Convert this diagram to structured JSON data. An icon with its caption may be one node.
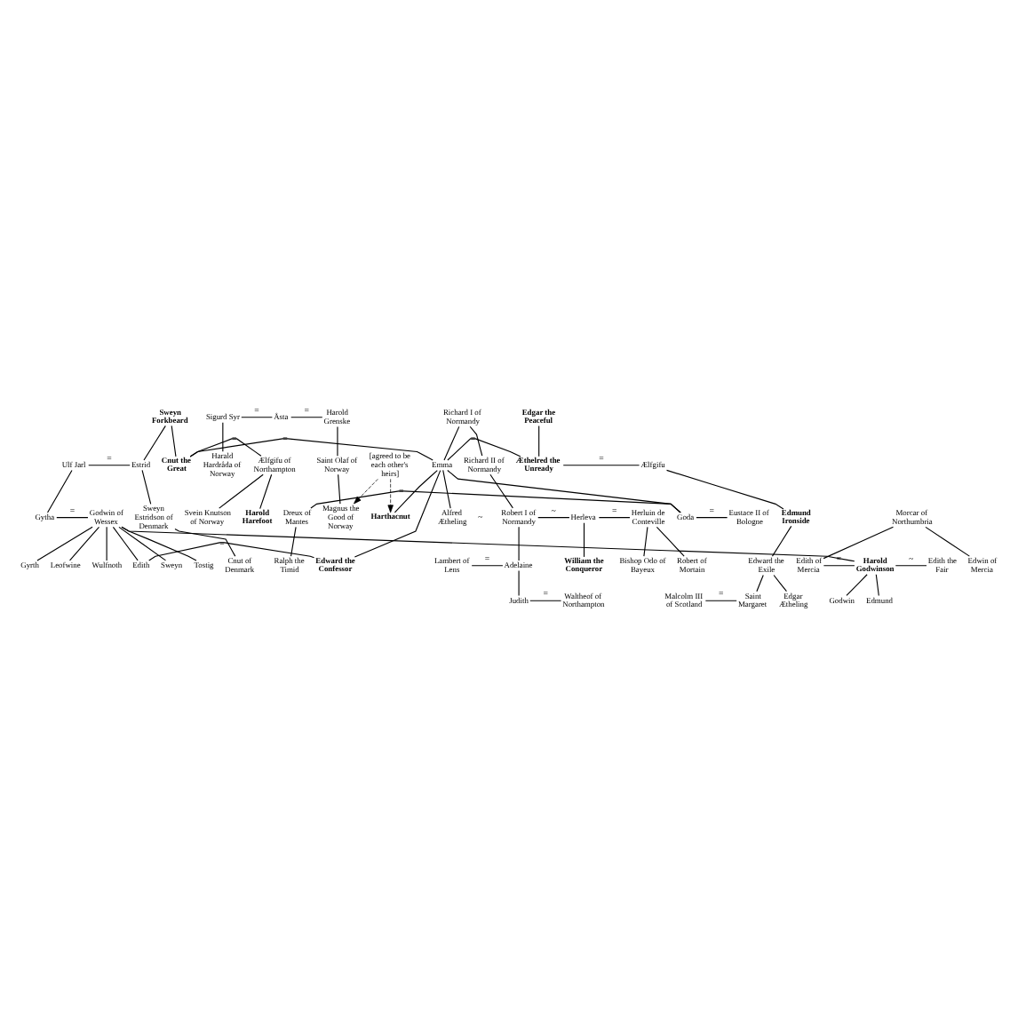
{
  "diagram": {
    "nodes": [
      {
        "text": [
          "Sweyn Forkbeard"
        ]
      },
      {
        "text": [
          "Edgar the Peaceful"
        ]
      },
      {
        "text": [
          "Richard I of Normandy"
        ]
      },
      {
        "text": [
          "Sigurd Syr"
        ]
      },
      {
        "text": [
          "Åsta"
        ]
      },
      {
        "text": [
          "Harold Grenske"
        ]
      },
      {
        "text": [
          "Ulf Jarl"
        ]
      },
      {
        "text": [
          "Estrid"
        ]
      },
      {
        "text": [
          "Ælfgifu of Northampton"
        ]
      },
      {
        "text": [
          "Cnut the Great"
        ]
      },
      {
        "text": [
          "Emma"
        ]
      },
      {
        "text": [
          "Æthelred the Unready"
        ]
      },
      {
        "text": [
          "Ælfgifu"
        ]
      },
      {
        "text": [
          "Harald Hardråda of Norway"
        ]
      },
      {
        "text": [
          "Saint Olaf of Norway"
        ]
      },
      {
        "text": [
          "Godwin of Wessex"
        ]
      },
      {
        "text": [
          "Gytha"
        ]
      },
      {
        "text": [
          "Sweyn Estridson of Denmark"
        ]
      },
      {
        "text": [
          "Svein Knutson of Norway"
        ]
      },
      {
        "text": [
          "Harold Harefoot"
        ]
      },
      {
        "text": [
          "Edmund Ironside"
        ]
      },
      {
        "text": [
          "Richard II of Normandy"
        ]
      },
      {
        "text": [
          "Cnut of Denmark"
        ]
      },
      {
        "text": [
          "Magnus the Good of Norway"
        ]
      },
      {
        "text": [
          "Harthacnut"
        ]
      },
      {
        "text": [
          "Robert I of Normandy"
        ]
      },
      {
        "text": [
          "Herleva"
        ]
      },
      {
        "text": [
          "Herluin de Conteville"
        ]
      },
      {
        "text": [
          "[agreed to be each other's heirs]"
        ]
      },
      {
        "text": [
          "Sweyn"
        ]
      },
      {
        "text": [
          "Tostig"
        ]
      },
      {
        "text": [
          "Gyrth"
        ]
      },
      {
        "text": [
          "Leofwine"
        ]
      },
      {
        "text": [
          "Wulfnoth"
        ]
      },
      {
        "text": [
          "Edith"
        ]
      },
      {
        "text": [
          "Edward the Confessor"
        ]
      },
      {
        "text": [
          "Alfred Ætheling"
        ]
      },
      {
        "text": [
          "Edward the Exile"
        ]
      },
      {
        "text": [
          "William the Conqueror"
        ]
      },
      {
        "text": [
          "Edwin of Mercia"
        ]
      },
      {
        "text": [
          "Morcar of Northumbria"
        ]
      },
      {
        "text": [
          "Edith of Mercia"
        ]
      },
      {
        "text": [
          "Harold Godwinson"
        ]
      },
      {
        "text": [
          "Edith the Fair"
        ]
      },
      {
        "text": [
          "Dreux of Mantes"
        ]
      },
      {
        "text": [
          "Goda"
        ]
      },
      {
        "text": [
          "Eustace II of Bologne"
        ]
      },
      {
        "text": [
          "Lambert of Lens"
        ]
      },
      {
        "text": [
          "Adelaine"
        ]
      },
      {
        "text": [
          "Ralph the Timid"
        ]
      },
      {
        "text": [
          "Judith"
        ]
      },
      {
        "text": [
          "Waltheof of Northampton"
        ]
      },
      {
        "text": [
          "Bishop Odo of Bayeux"
        ]
      },
      {
        "text": [
          "Robert of Mortain"
        ]
      },
      {
        "text": [
          "Malcolm III of Scotland"
        ]
      },
      {
        "text": [
          "Saint Margaret"
        ]
      },
      {
        "text": [
          "Edgar Ætheling"
        ]
      },
      {
        "text": [
          "Godwin"
        ]
      },
      {
        "text": [
          "Edmund"
        ]
      }
    ],
    "edges": [
      {
        "from": 3,
        "to": 4,
        "arrow": "none",
        "label": "="
      },
      {
        "from": 4,
        "to": 5,
        "arrow": "none",
        "label": "="
      },
      {
        "from": 6,
        "to": 7,
        "arrow": "none",
        "label": "="
      },
      {
        "from": 8,
        "to": 9,
        "arrow": "none",
        "label": "="
      },
      {
        "from": 9,
        "to": 10,
        "arrow": "none",
        "label": "="
      },
      {
        "from": 10,
        "to": 11,
        "arrow": "none",
        "label": "="
      },
      {
        "from": 11,
        "to": 12,
        "arrow": "none",
        "label": "="
      },
      {
        "from": 15,
        "to": 16,
        "arrow": "none",
        "label": "="
      },
      {
        "from": 34,
        "to": 35,
        "arrow": "none",
        "label": "="
      },
      {
        "from": 41,
        "to": 42,
        "arrow": "none",
        "label": "="
      },
      {
        "from": 42,
        "to": 43,
        "arrow": "none",
        "label": "~"
      },
      {
        "from": 44,
        "to": 45,
        "arrow": "none",
        "label": "="
      },
      {
        "from": 45,
        "to": 46,
        "arrow": "none",
        "label": "="
      },
      {
        "from": 54,
        "to": 55,
        "arrow": "none",
        "label": "="
      },
      {
        "from": 47,
        "to": 48,
        "arrow": "none",
        "label": "="
      },
      {
        "from": 50,
        "to": 51,
        "arrow": "none",
        "label": "="
      },
      {
        "from": 25,
        "to": 26,
        "arrow": "none",
        "label": "~"
      },
      {
        "from": 26,
        "to": 27,
        "arrow": "none",
        "label": "="
      },
      {
        "from": 3,
        "to": 13,
        "arrow": "none"
      },
      {
        "from": 5,
        "to": 14,
        "arrow": "none"
      },
      {
        "from": 14,
        "to": 23,
        "arrow": "none"
      },
      {
        "from": 0,
        "to": 7,
        "arrow": "none"
      },
      {
        "from": 0,
        "to": 9,
        "arrow": "none"
      },
      {
        "from": 6,
        "to": 16,
        "arrow": "none"
      },
      {
        "from": 7,
        "to": 17,
        "arrow": "none"
      },
      {
        "from": 17,
        "to": 22,
        "arrow": "none"
      },
      {
        "from": 8,
        "to": 18,
        "arrow": "none"
      },
      {
        "from": 8,
        "to": 19,
        "arrow": "none"
      },
      {
        "from": 10,
        "to": 24,
        "arrow": "none"
      },
      {
        "from": 2,
        "to": 10,
        "arrow": "none"
      },
      {
        "from": 2,
        "to": 21,
        "arrow": "none"
      },
      {
        "from": 1,
        "to": 11,
        "arrow": "none"
      },
      {
        "from": 12,
        "to": 20,
        "arrow": "none"
      },
      {
        "from": 21,
        "to": 25,
        "arrow": "none"
      },
      {
        "from": 28,
        "to": 23,
        "arrow": "to",
        "style": "dashed"
      },
      {
        "from": 28,
        "to": 24,
        "arrow": "to",
        "style": "dashed"
      },
      {
        "from": 15,
        "to": 29,
        "arrow": "none"
      },
      {
        "from": 15,
        "to": 42,
        "arrow": "none"
      },
      {
        "from": 15,
        "to": 30,
        "arrow": "none"
      },
      {
        "from": 15,
        "to": 31,
        "arrow": "none"
      },
      {
        "from": 15,
        "to": 32,
        "arrow": "none"
      },
      {
        "from": 15,
        "to": 33,
        "arrow": "none"
      },
      {
        "from": 15,
        "to": 34,
        "arrow": "none"
      },
      {
        "from": 10,
        "to": 35,
        "arrow": "none"
      },
      {
        "from": 10,
        "to": 36,
        "arrow": "none"
      },
      {
        "from": 10,
        "to": 45,
        "arrow": "none"
      },
      {
        "from": 20,
        "to": 37,
        "arrow": "none"
      },
      {
        "from": 26,
        "to": 38,
        "arrow": "none"
      },
      {
        "from": 40,
        "to": 39,
        "arrow": "none"
      },
      {
        "from": 40,
        "to": 41,
        "arrow": "none"
      },
      {
        "from": 44,
        "to": 49,
        "arrow": "none"
      },
      {
        "from": 25,
        "to": 48,
        "arrow": "none"
      },
      {
        "from": 48,
        "to": 50,
        "arrow": "none"
      },
      {
        "from": 27,
        "to": 52,
        "arrow": "none"
      },
      {
        "from": 27,
        "to": 53,
        "arrow": "none"
      },
      {
        "from": 37,
        "to": 55,
        "arrow": "none"
      },
      {
        "from": 37,
        "to": 56,
        "arrow": "none"
      },
      {
        "from": 42,
        "to": 57,
        "arrow": "none"
      },
      {
        "from": 42,
        "to": 58,
        "arrow": "none"
      }
    ],
    "labels": [
      "~"
    ]
  }
}
